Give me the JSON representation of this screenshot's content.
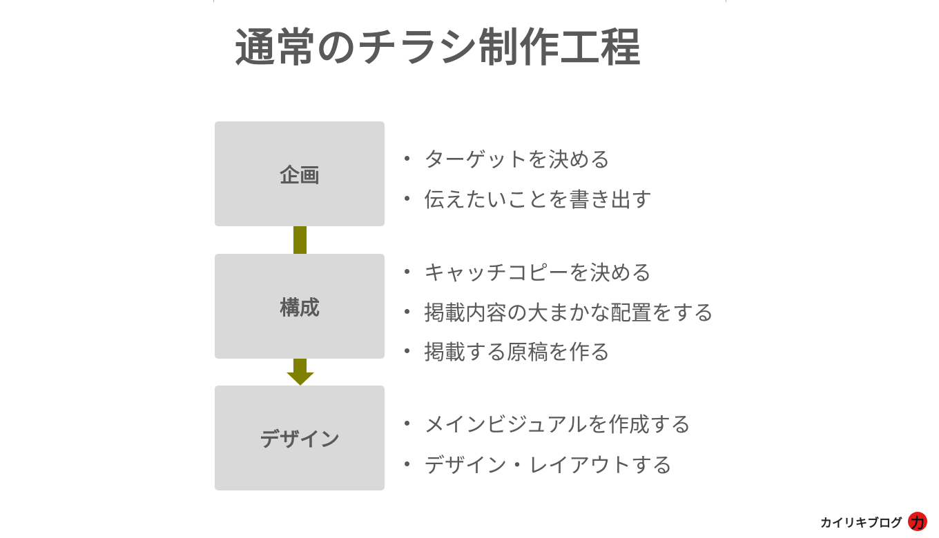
{
  "title": "通常のチラシ制作工程",
  "colors": {
    "box": "#d9d9d9",
    "arrow": "#808000",
    "text": "#595959",
    "logo_red": "#e01818"
  },
  "steps": [
    {
      "label": "企画",
      "items": [
        "ターゲットを決める",
        "伝えたいことを書き出す"
      ]
    },
    {
      "label": "構成",
      "items": [
        "キャッチコピーを決める",
        "掲載内容の大まかな配置をする",
        "掲載する原稿を作る"
      ]
    },
    {
      "label": "デザイン",
      "items": [
        "メインビジュアルを作成する",
        "デザイン・レイアウトする"
      ]
    }
  ],
  "logo": {
    "text": "カイリキブログ",
    "mark": "力"
  }
}
